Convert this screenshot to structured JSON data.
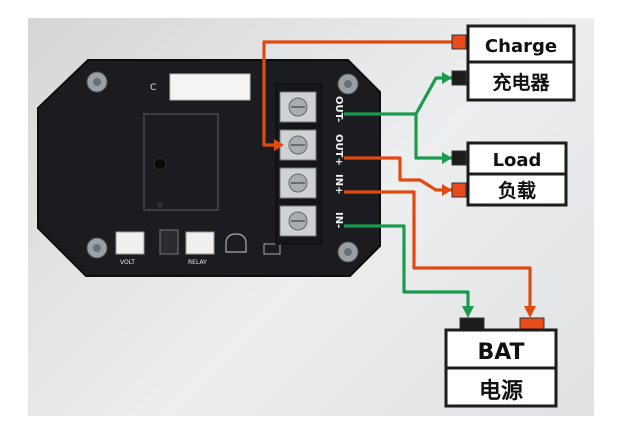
{
  "module": {
    "marking": "C",
    "terminals": [
      {
        "id": "out-minus",
        "label": "OUT-"
      },
      {
        "id": "out-plus",
        "label": "OUT+"
      },
      {
        "id": "in-plus",
        "label": "IN+"
      },
      {
        "id": "in-minus",
        "label": "IN-"
      }
    ],
    "connector_labels": [
      "VOLT",
      "RELAY"
    ]
  },
  "devices": {
    "charger": {
      "label_en": "Charge",
      "label_cn": "充电器"
    },
    "load": {
      "label_en": "Load",
      "label_cn": "负载"
    },
    "battery": {
      "label_en": "BAT",
      "label_cn": "电源"
    }
  },
  "colors": {
    "positive_wire": "#e04a10",
    "negative_wire": "#1e9a4e",
    "positive_pad": "#e84c1a",
    "negative_pad": "#1c1c1c",
    "board": "#1a1c20"
  }
}
